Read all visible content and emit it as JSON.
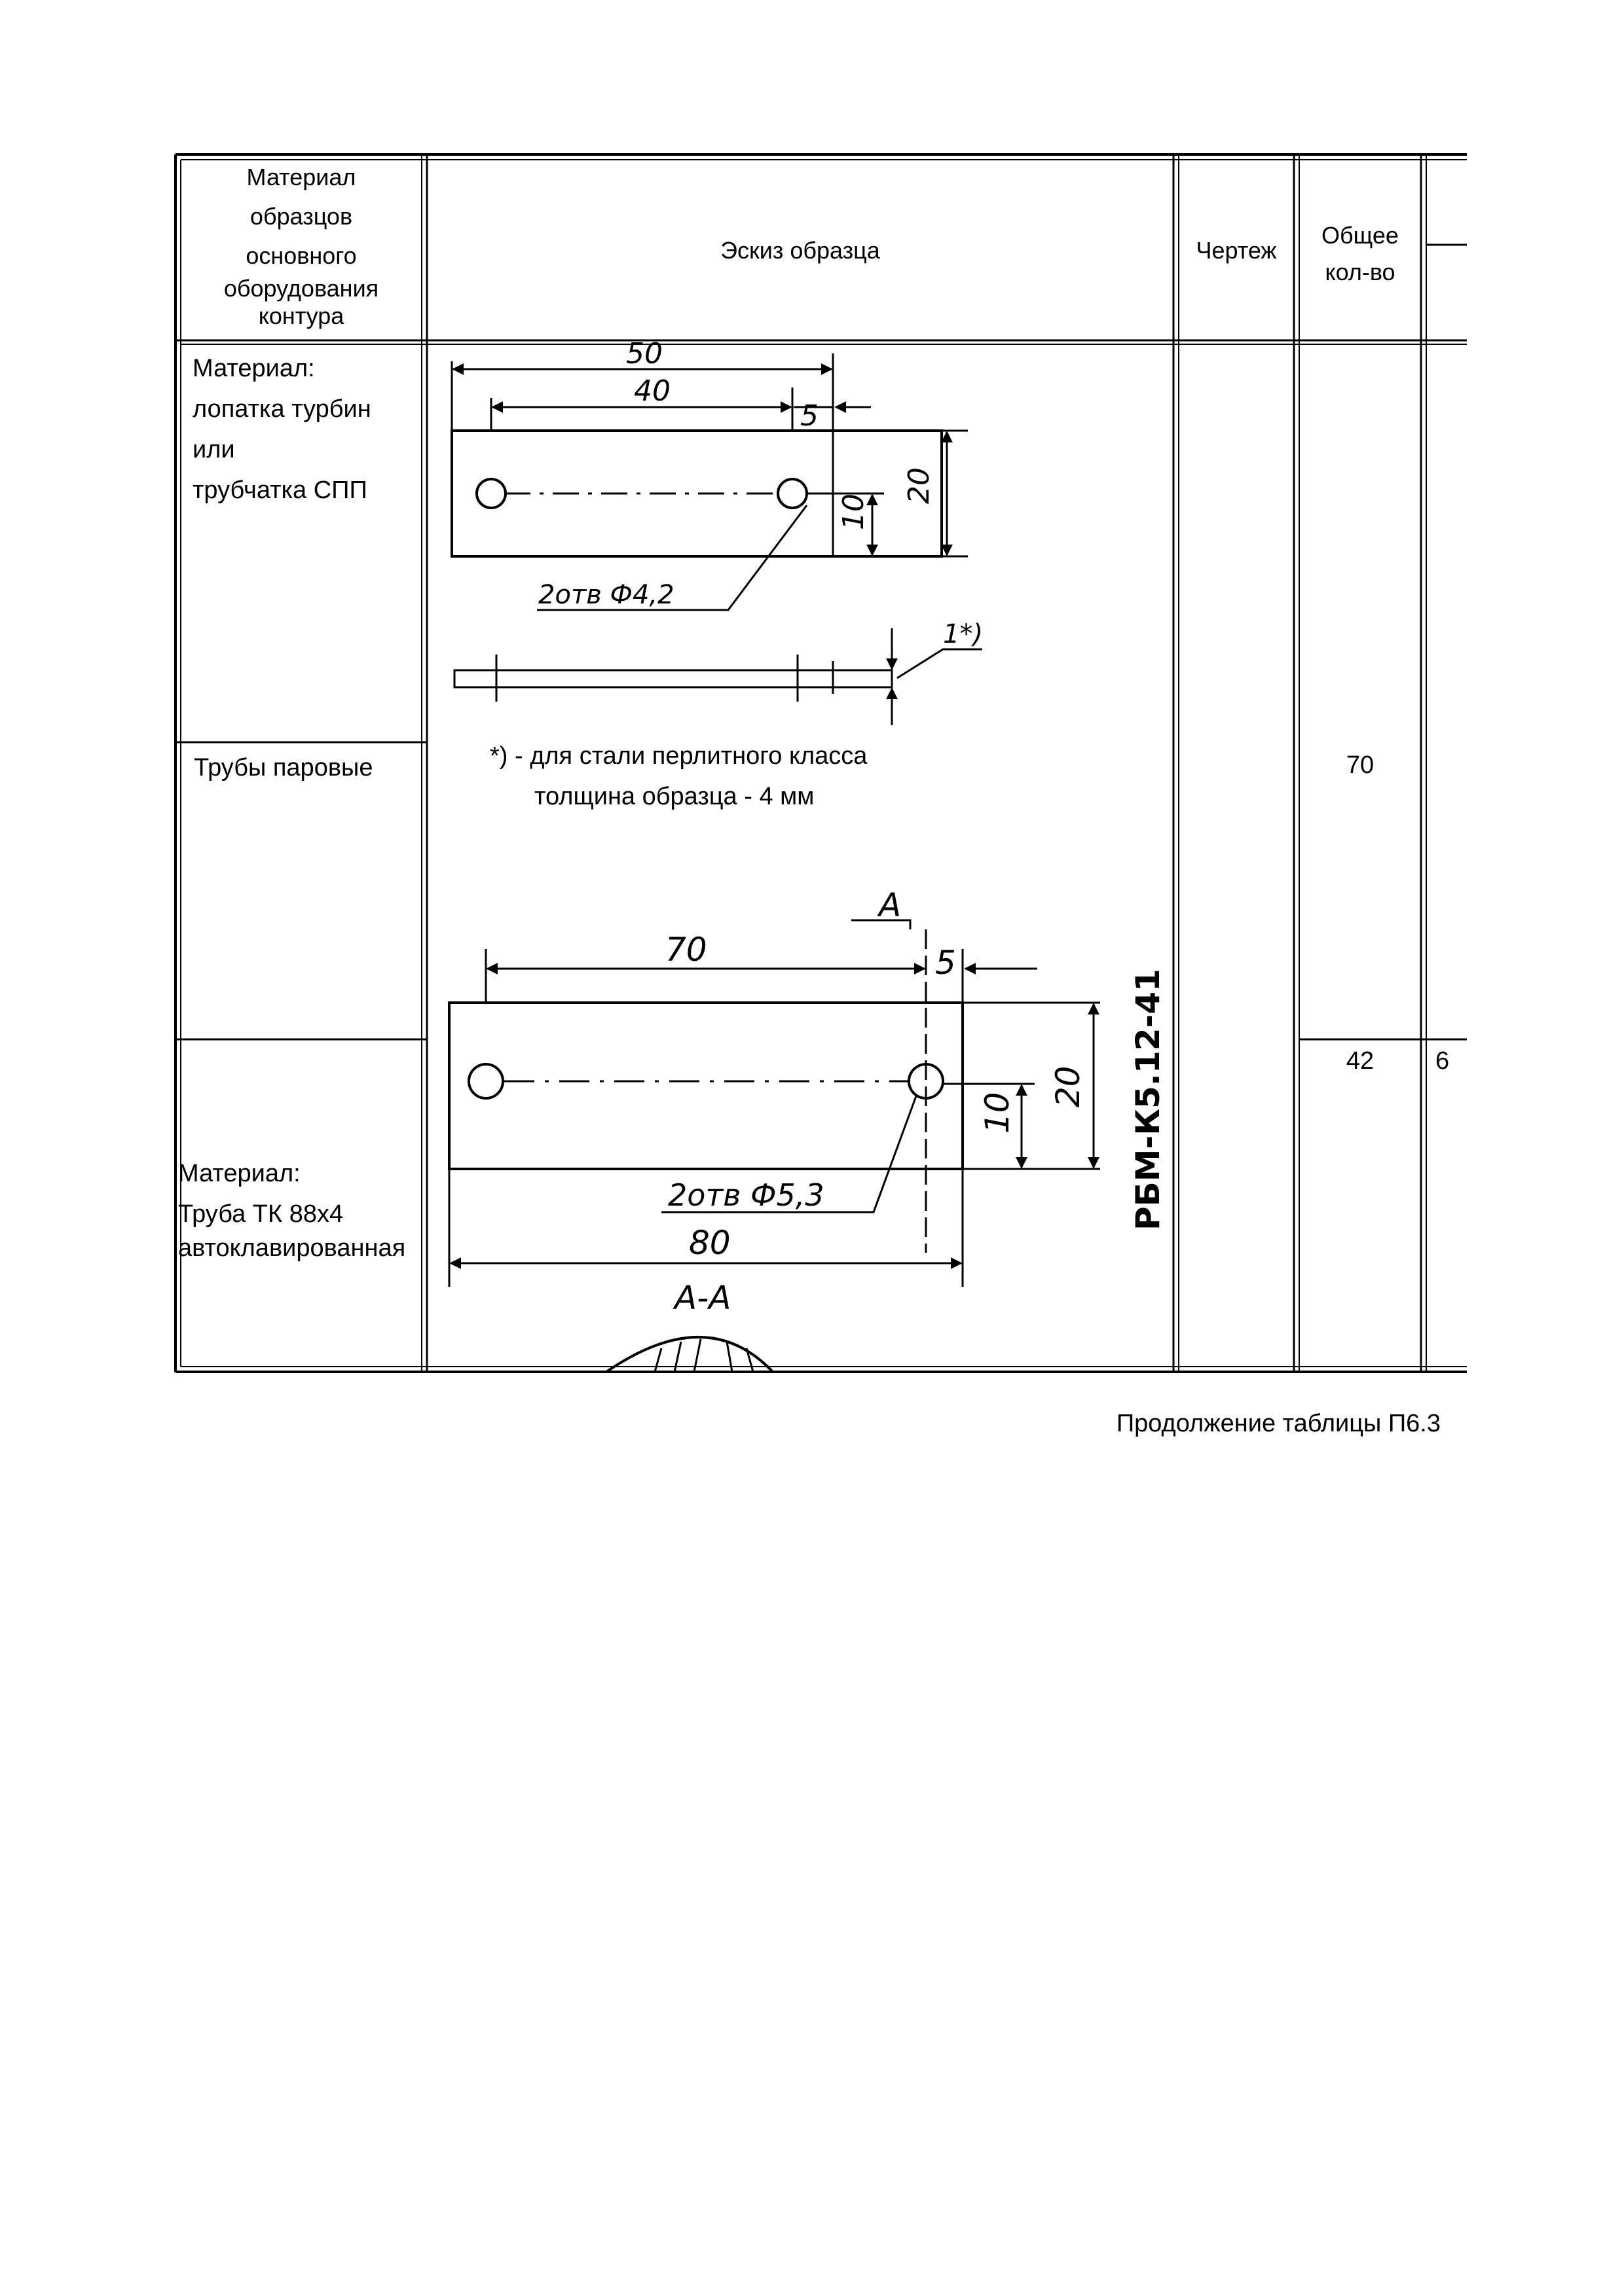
{
  "table": {
    "headers": {
      "material_lines": [
        "Материал",
        "образцов",
        "основного",
        "оборудования",
        "контура"
      ],
      "sketch": "Эскиз образца",
      "drawing": "Чертеж",
      "total_lines": [
        "Общее",
        "кол-во"
      ]
    },
    "rows": [
      {
        "material_lines": [
          "Материал:",
          "лопатка турбин",
          "или",
          "трубчатка СПП"
        ]
      },
      {
        "material_lines": [
          "Трубы паровые"
        ],
        "total": "70"
      },
      {
        "material_lines": [
          "Материал:",
          "Труба ТК 88х4",
          "автоклавированная"
        ],
        "total": "42",
        "extra": "6"
      }
    ]
  },
  "sketch1": {
    "dim_overall": "50",
    "dim_holes": "40",
    "dim_edge": "5",
    "dim_height": "20",
    "dim_hole_offset": "10",
    "hole_note": "2отв Ф4,2",
    "thickness_note": "1*)"
  },
  "footnote_lines": [
    "*) - для стали перлитного класса",
    "толщина образца - 4 мм"
  ],
  "sketch2": {
    "section_mark": "А",
    "dim_holes": "70",
    "dim_edge": "5",
    "dim_height": "20",
    "dim_hole_offset": "10",
    "hole_note": "2отв Ф5,3",
    "dim_overall": "80",
    "section_label": "А-А",
    "drawing_code": "РБМ-К5.12-41"
  },
  "caption": "Продолжение таблицы П6.3"
}
